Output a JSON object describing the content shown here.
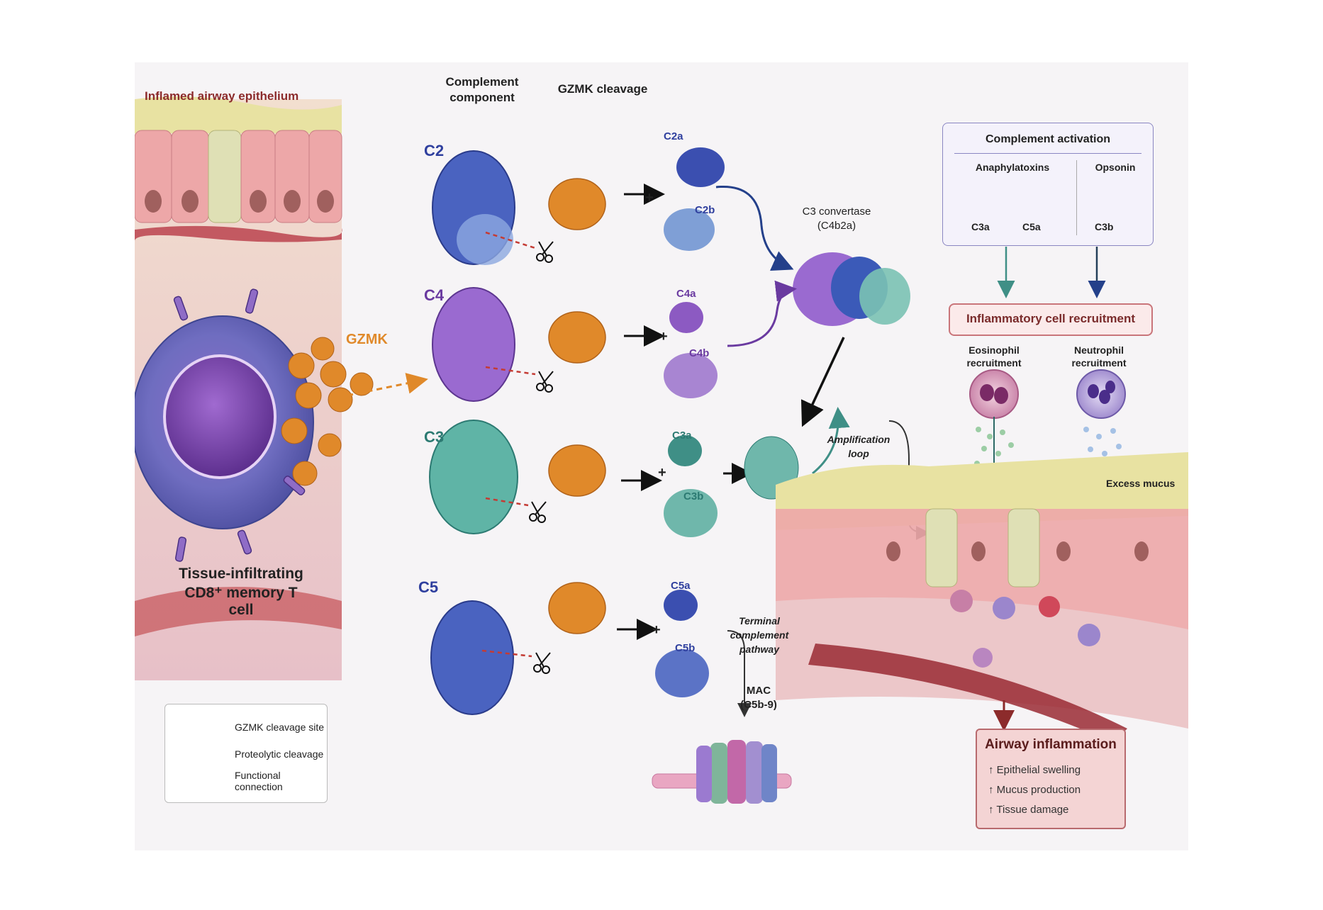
{
  "tissue": {
    "title": "Inflamed airway epithelium",
    "gzmk_label": "GZMK",
    "tcell_line1": "Tissue-infiltrating",
    "tcell_line2": "CD8⁺ memory T cell"
  },
  "columns": {
    "component_line1": "Complement",
    "component_line2": "component",
    "cleavage": "GZMK cleavage"
  },
  "rows": [
    {
      "name": "C2",
      "frag_a": "C2a",
      "frag_b": "C2b",
      "color": "#2f3f9e",
      "color_light": "#7f9fd6"
    },
    {
      "name": "C4",
      "frag_a": "C4a",
      "frag_b": "C4b",
      "color": "#6a3aa0",
      "color_light": "#a885d2"
    },
    {
      "name": "C3",
      "frag_a": "C3a",
      "frag_b": "C3b",
      "color": "#2c7a72",
      "color_light": "#6fb7ab"
    },
    {
      "name": "C5",
      "frag_a": "C5a",
      "frag_b": "C5b",
      "color": "#2f3f9e",
      "color_light": "#5b73c6"
    }
  ],
  "plus_sign": "+",
  "convertase": {
    "line1": "C3 convertase",
    "line2": "(C4b2a)"
  },
  "amplification": {
    "line1": "Amplification",
    "line2": "loop"
  },
  "terminal": {
    "line1": "Terminal",
    "line2": "complement",
    "line3": "pathway"
  },
  "mac": {
    "line1": "MAC",
    "line2": "(C5b-9)"
  },
  "legend": {
    "items": [
      "GZMK cleavage site",
      "Proteolytic cleavage",
      "Functional connection"
    ]
  },
  "activation": {
    "title": "Complement activation",
    "anaphylatoxins": "Anaphylatoxins",
    "opsonin": "Opsonin",
    "c3a": "C3a",
    "c5a": "C5a",
    "c3b": "C3b"
  },
  "recruitment": {
    "title": "Inflammatory cell recruitment",
    "eos_line1": "Eosinophil",
    "eos_line2": "recruitment",
    "neu_line1": "Neutrophil",
    "neu_line2": "recruitment"
  },
  "mucus": "Excess mucus",
  "airway": {
    "title": "Airway inflammation",
    "items": [
      "↑  Epithelial swelling",
      "↑  Mucus production",
      "↑  Tissue damage"
    ]
  },
  "colors": {
    "gzmk_orange": "#e0892a",
    "tissue_pink": "#eab7bb",
    "mucus_yellow": "#e8e2a2",
    "teal": "#3f8f86",
    "title_red": "#8c2b2b"
  }
}
